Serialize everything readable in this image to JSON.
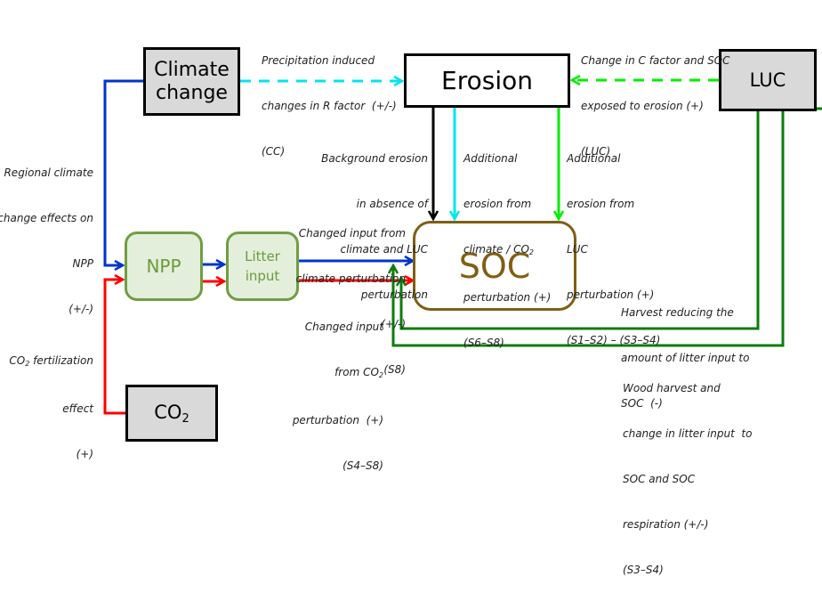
{
  "diagram": {
    "nodes": {
      "climate_change": {
        "line1": "Climate",
        "line2": "change"
      },
      "erosion": "Erosion",
      "luc": "LUC",
      "npp": "NPP",
      "litter_input": {
        "line1": "Litter",
        "line2": "input"
      },
      "soc": "SOC",
      "co2": {
        "main": "CO",
        "sub": "2"
      }
    },
    "labels": {
      "precip": [
        "Precipitation induced",
        "changes in R factor  (+/-)",
        "(CC)"
      ],
      "luc_c_factor": [
        "Change in C factor and SOC",
        "exposed to erosion (+)",
        "(LUC)"
      ],
      "background_erosion": [
        "Background erosion",
        "in absence of",
        "climate and LUC",
        "perturbation"
      ],
      "additional_climate": {
        "l1": "Additional",
        "l2": "erosion from",
        "l3a": "climate / CO",
        "l3sub": "2",
        "l4": "perturbation (+)",
        "l5": "(S6–S8)"
      },
      "additional_luc": [
        "Additional",
        "erosion from",
        "LUC",
        "perturbation (+)",
        "(S1–S2) – (S3–S4)"
      ],
      "regional_climate": [
        "Regional climate",
        "change effects on",
        "NPP",
        "(+/-)"
      ],
      "changed_input_climate": [
        "Changed input from",
        "climate perturbation",
        "(+/-)",
        "(S8)"
      ],
      "changed_input_co2": {
        "l1": "Changed input",
        "l2a": "from CO",
        "l2sub": "2",
        "l3": "perturbation  (+)",
        "l4": "(S4–S8)"
      },
      "co2_fertilization": {
        "l1a": "CO",
        "l1sub": "2",
        "l1b": " fertilization",
        "l2": "effect",
        "l3": "(+)"
      },
      "harvest_reducing": [
        "Harvest reducing the",
        "amount of litter input to",
        "SOC  (-)"
      ],
      "wood_harvest": [
        "Wood harvest and",
        "change in litter input  to",
        "SOC and SOC",
        "respiration (+/-)",
        "(S3–S4)"
      ]
    },
    "colors": {
      "climate_blue": "#0033cc",
      "co2_red": "#ff0000",
      "cyan": "#00e5ee",
      "luc_bright_green": "#00ee00",
      "luc_dark_green": "#0a7d0a",
      "soc_brown": "#7f5f14",
      "npp_green": "#6f9e43"
    }
  }
}
